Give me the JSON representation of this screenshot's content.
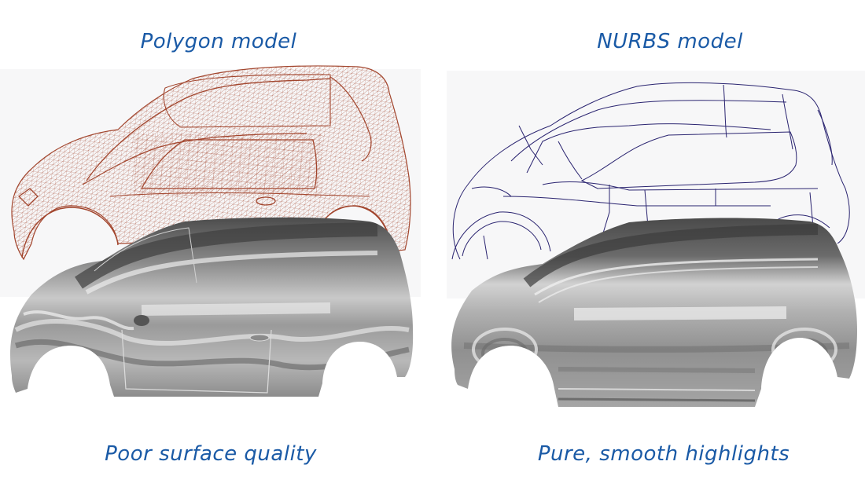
{
  "figure": {
    "left": {
      "title": "Polygon model",
      "caption": "Poor surface quality",
      "wireframe_color": "#a2452d",
      "render_style": "polygon-mesh"
    },
    "right": {
      "title": "NURBS model",
      "caption": "Pure, smooth highlights",
      "wireframe_color": "#2a2470",
      "render_style": "nurbs-curves"
    },
    "text_color": "#1a5aa6"
  }
}
